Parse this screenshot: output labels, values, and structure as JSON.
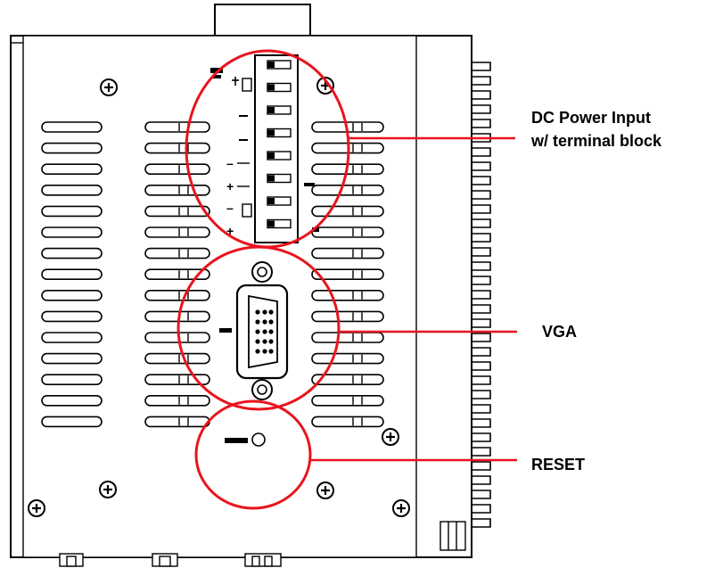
{
  "diagram": {
    "callouts": [
      {
        "id": "dc-power",
        "lines": [
          "DC Power Input",
          "w/ terminal block"
        ]
      },
      {
        "id": "vga",
        "lines": [
          "VGA"
        ]
      },
      {
        "id": "reset",
        "lines": [
          "RESET"
        ]
      }
    ],
    "colors": {
      "callout": "#e8141e",
      "ink": "#000000",
      "background": "#ffffff"
    }
  }
}
